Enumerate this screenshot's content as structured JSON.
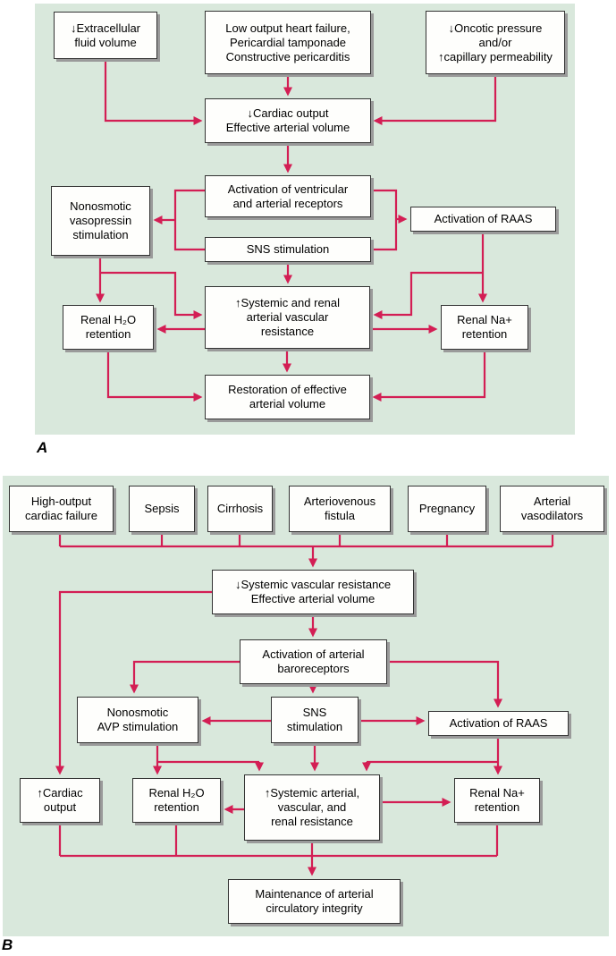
{
  "colors": {
    "panel_bg": "#d9e8dc",
    "arrow": "#d31e54",
    "node_border": "#333333",
    "node_shadow": "#9a9a9a",
    "node_bg": "#fefefc",
    "text": "#000000"
  },
  "panelA": {
    "label": "A",
    "nodes": {
      "extracellular": {
        "text": "↓Extracellular\nfluid volume"
      },
      "low_output": {
        "text": "Low output heart failure,\nPericardial tamponade\nConstructive pericarditis"
      },
      "oncotic": {
        "text": "↓Oncotic pressure\nand/or\n↑capillary permeability"
      },
      "cardiac_output": {
        "text": "↓Cardiac output\nEffective arterial volume"
      },
      "receptors": {
        "text": "Activation of ventricular\nand arterial receptors"
      },
      "vasopressin": {
        "text": "Nonosmotic\nvasopressin\nstimulation"
      },
      "raas": {
        "text": "Activation of RAAS"
      },
      "sns": {
        "text": "SNS stimulation"
      },
      "systemic": {
        "text": "↑Systemic and renal\narterial vascular\nresistance"
      },
      "renal_h2o": {
        "text": "Renal H₂O\nretention"
      },
      "renal_na": {
        "text": "Renal Na+\nretention"
      },
      "restoration": {
        "text": "Restoration of effective\narterial volume"
      }
    },
    "edges": [
      "extracellular→cardiac_output",
      "low_output→cardiac_output",
      "oncotic→cardiac_output",
      "cardiac_output→receptors",
      "receptors→vasopressin",
      "sns→vasopressin",
      "receptors→raas",
      "sns→raas",
      "sns→systemic",
      "vasopressin→renal_h2o",
      "vasopressin→systemic",
      "raas→renal_na",
      "raas→systemic",
      "systemic→renal_h2o",
      "systemic→renal_na",
      "systemic→restoration",
      "renal_h2o→restoration",
      "renal_na→restoration"
    ]
  },
  "panelB": {
    "label": "B",
    "nodes": {
      "high_output": {
        "text": "High-output\ncardiac failure"
      },
      "sepsis": {
        "text": "Sepsis"
      },
      "cirrhosis": {
        "text": "Cirrhosis"
      },
      "av_fistula": {
        "text": "Arteriovenous\nfistula"
      },
      "pregnancy": {
        "text": "Pregnancy"
      },
      "vasodilators": {
        "text": "Arterial\nvasodilators"
      },
      "svr": {
        "text": "↓Systemic vascular resistance\nEffective arterial volume"
      },
      "baroreceptors": {
        "text": "Activation of arterial\nbaroreceptors"
      },
      "avp": {
        "text": "Nonosmotic\nAVP stimulation"
      },
      "sns": {
        "text": "SNS\nstimulation"
      },
      "raas": {
        "text": "Activation of RAAS"
      },
      "cardiac_output": {
        "text": "↑Cardiac\noutput"
      },
      "renal_h2o": {
        "text": "Renal H₂O\nretention"
      },
      "systemic": {
        "text": "↑Systemic arterial,\nvascular, and\nrenal resistance"
      },
      "renal_na": {
        "text": "Renal Na+\nretention"
      },
      "maintenance": {
        "text": "Maintenance of arterial\ncirculatory integrity"
      }
    },
    "edges": [
      "high_output→svr",
      "sepsis→svr",
      "cirrhosis→svr",
      "av_fistula→svr",
      "pregnancy→svr",
      "vasodilators→svr",
      "svr→cardiac_output",
      "svr→baroreceptors",
      "baroreceptors→avp",
      "baroreceptors→sns",
      "baroreceptors→raas",
      "sns→avp",
      "sns→raas",
      "sns→systemic",
      "avp→renal_h2o",
      "avp→systemic",
      "raas→renal_na",
      "raas→systemic",
      "systemic→renal_h2o",
      "systemic→renal_na",
      "cardiac_output→maintenance",
      "renal_h2o→maintenance",
      "systemic→maintenance",
      "renal_na→maintenance"
    ]
  }
}
